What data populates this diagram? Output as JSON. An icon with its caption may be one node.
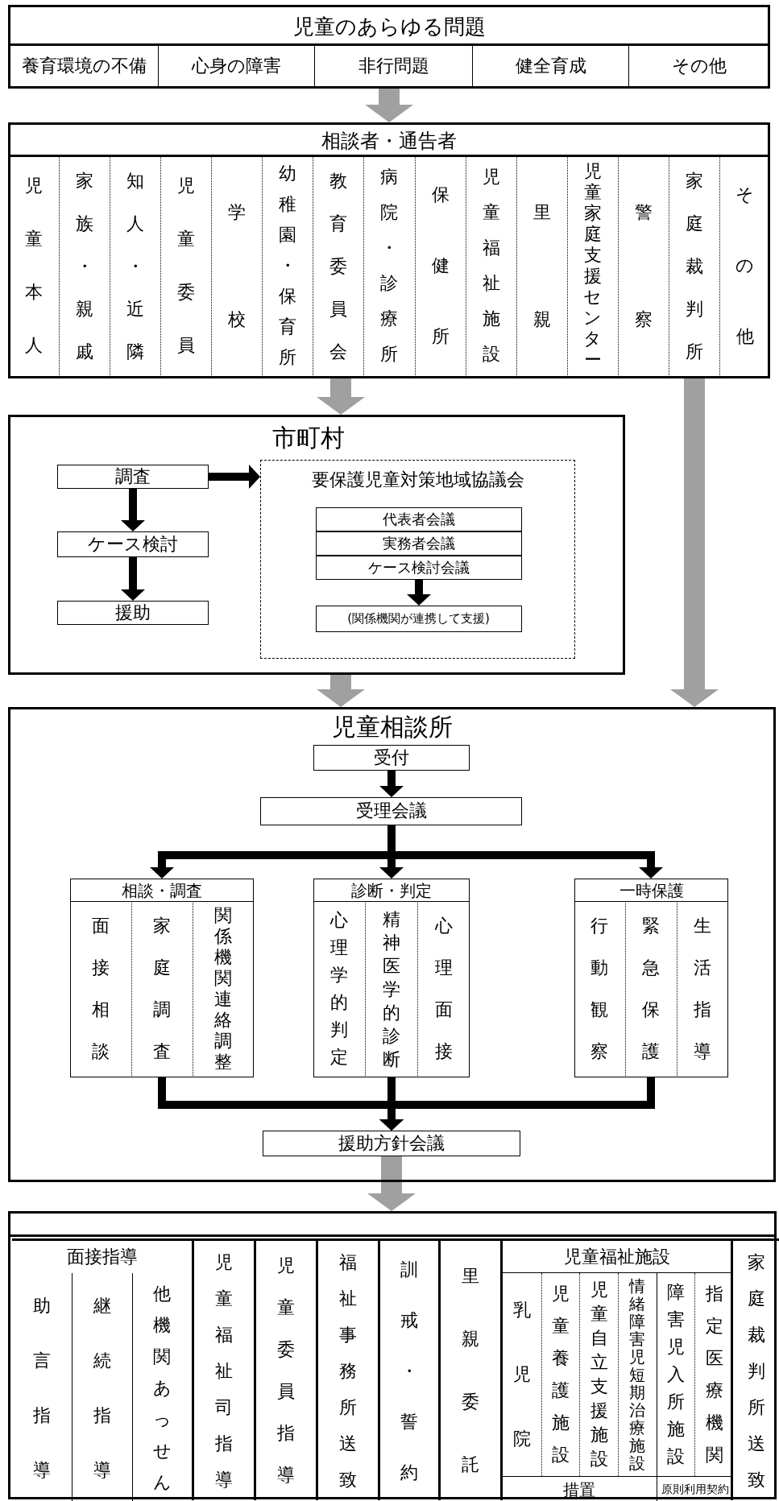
{
  "diagram": {
    "nodes": [
      {
        "text": [
          "児童のあらゆる問題"
        ]
      },
      {
        "text": [
          "養育環境の不備"
        ],
        "in": 0
      },
      {
        "text": [
          "心身の障害"
        ],
        "in": 0
      },
      {
        "text": [
          "非行問題"
        ],
        "in": 0
      },
      {
        "text": [
          "健全育成"
        ],
        "in": 0
      },
      {
        "text": [
          "その他"
        ],
        "in": 0
      },
      {
        "text": [
          "相談者・通告者"
        ]
      },
      {
        "text": [
          "児童本人"
        ],
        "in": 6
      },
      {
        "text": [
          "家族・親戚"
        ],
        "in": 6
      },
      {
        "text": [
          "知人・近隣"
        ],
        "in": 6
      },
      {
        "text": [
          "児童委員"
        ],
        "in": 6
      },
      {
        "text": [
          "学校"
        ],
        "in": 6
      },
      {
        "text": [
          "幼稚園・保育所"
        ],
        "in": 6
      },
      {
        "text": [
          "教育委員会"
        ],
        "in": 6
      },
      {
        "text": [
          "病院・診療所"
        ],
        "in": 6
      },
      {
        "text": [
          "保健所"
        ],
        "in": 6
      },
      {
        "text": [
          "児童福祉施設"
        ],
        "in": 6
      },
      {
        "text": [
          "里親"
        ],
        "in": 6
      },
      {
        "text": [
          "児童家庭支援センター"
        ],
        "in": 6
      },
      {
        "text": [
          "警察"
        ],
        "in": 6
      },
      {
        "text": [
          "家庭裁判所"
        ],
        "in": 6
      },
      {
        "text": [
          "その他"
        ],
        "in": 6
      },
      {
        "text": [
          "市町村"
        ]
      },
      {
        "text": [
          "調査"
        ],
        "in": 22
      },
      {
        "text": [
          "ケース検討"
        ],
        "in": 22
      },
      {
        "text": [
          "援助"
        ],
        "in": 22
      },
      {
        "text": [
          "要保護児童対策地域協議会"
        ],
        "in": 22
      },
      {
        "text": [
          "代表者会議"
        ],
        "in": 26
      },
      {
        "text": [
          "実務者会議"
        ],
        "in": 26
      },
      {
        "text": [
          "ケース検討会議"
        ],
        "in": 26
      },
      {
        "text": [
          "(関係機関が連携して支援)"
        ],
        "in": 26
      },
      {
        "text": [
          "児童相談所"
        ]
      },
      {
        "text": [
          "受付"
        ],
        "in": 31
      },
      {
        "text": [
          "受理会議"
        ],
        "in": 31
      },
      {
        "text": [
          "相談・調査"
        ],
        "in": 31
      },
      {
        "text": [
          "面接相談"
        ],
        "in": 34
      },
      {
        "text": [
          "家庭調査"
        ],
        "in": 34
      },
      {
        "text": [
          "関係機関連絡調整"
        ],
        "in": 34
      },
      {
        "text": [
          "診断・判定"
        ],
        "in": 31
      },
      {
        "text": [
          "心理学的判定"
        ],
        "in": 38
      },
      {
        "text": [
          "精神医学的診断"
        ],
        "in": 38
      },
      {
        "text": [
          "心理面接"
        ],
        "in": 38
      },
      {
        "text": [
          "一時保護"
        ],
        "in": 31
      },
      {
        "text": [
          "行動観察"
        ],
        "in": 42
      },
      {
        "text": [
          "緊急保護"
        ],
        "in": 42
      },
      {
        "text": [
          "生活指導"
        ],
        "in": 42
      },
      {
        "text": [
          "援助方針会議"
        ],
        "in": 31
      },
      {
        "text": [],
        "shape": "box"
      },
      {
        "text": [
          "面接指導"
        ],
        "in": 47
      },
      {
        "text": [
          "助言指導"
        ],
        "in": 48
      },
      {
        "text": [
          "継続指導"
        ],
        "in": 48
      },
      {
        "text": [
          "他機関あっせん"
        ],
        "in": 48
      },
      {
        "text": [
          "児童福祉司指導"
        ],
        "in": 47
      },
      {
        "text": [
          "児童委員指導"
        ],
        "in": 47
      },
      {
        "text": [
          "福祉事務所送致"
        ],
        "in": 47
      },
      {
        "text": [
          "訓戒・誓約"
        ],
        "in": 47
      },
      {
        "text": [
          "里親委託"
        ],
        "in": 47
      },
      {
        "text": [
          "児童福祉施設"
        ],
        "in": 47
      },
      {
        "text": [
          "乳児院"
        ],
        "in": 57
      },
      {
        "text": [
          "児童養護施設"
        ],
        "in": 57
      },
      {
        "text": [
          "児童自立支援施設"
        ],
        "in": 57
      },
      {
        "text": [
          "情緒障害児短期治療施設"
        ],
        "in": 57
      },
      {
        "text": [
          "障害児入所施設"
        ],
        "in": 57
      },
      {
        "text": [
          "指定医療機関"
        ],
        "in": 57
      },
      {
        "text": [
          "措置"
        ],
        "in": 57
      },
      {
        "text": [
          "原則利用契約"
        ],
        "in": 57
      },
      {
        "text": [
          "家庭裁判所送致"
        ],
        "in": 47
      }
    ],
    "edges": [
      {
        "from": 0,
        "to": 6,
        "arrow": "to",
        "style": "thick",
        "color": "#a0a0a0"
      },
      {
        "from": 6,
        "to": 22,
        "arrow": "to",
        "style": "thick",
        "color": "#a0a0a0"
      },
      {
        "from": 6,
        "to": 31,
        "arrow": "to",
        "style": "thick",
        "color": "#a0a0a0"
      },
      {
        "from": 23,
        "to": 24,
        "arrow": "to"
      },
      {
        "from": 24,
        "to": 25,
        "arrow": "to"
      },
      {
        "from": 23,
        "to": 26,
        "arrow": "to"
      },
      {
        "from": 29,
        "to": 30,
        "arrow": "to"
      },
      {
        "from": 22,
        "to": 31,
        "arrow": "to",
        "style": "thick",
        "color": "#a0a0a0"
      },
      {
        "from": 32,
        "to": 33,
        "arrow": "to"
      },
      {
        "from": 33,
        "to": 34,
        "arrow": "to"
      },
      {
        "from": 33,
        "to": 38,
        "arrow": "to"
      },
      {
        "from": 33,
        "to": 42,
        "arrow": "to"
      },
      {
        "from": 34,
        "to": 46,
        "arrow": "to"
      },
      {
        "from": 38,
        "to": 46,
        "arrow": "to"
      },
      {
        "from": 42,
        "to": 46,
        "arrow": "to"
      },
      {
        "from": 46,
        "to": 47,
        "arrow": "to",
        "style": "thick",
        "color": "#a0a0a0"
      }
    ]
  }
}
